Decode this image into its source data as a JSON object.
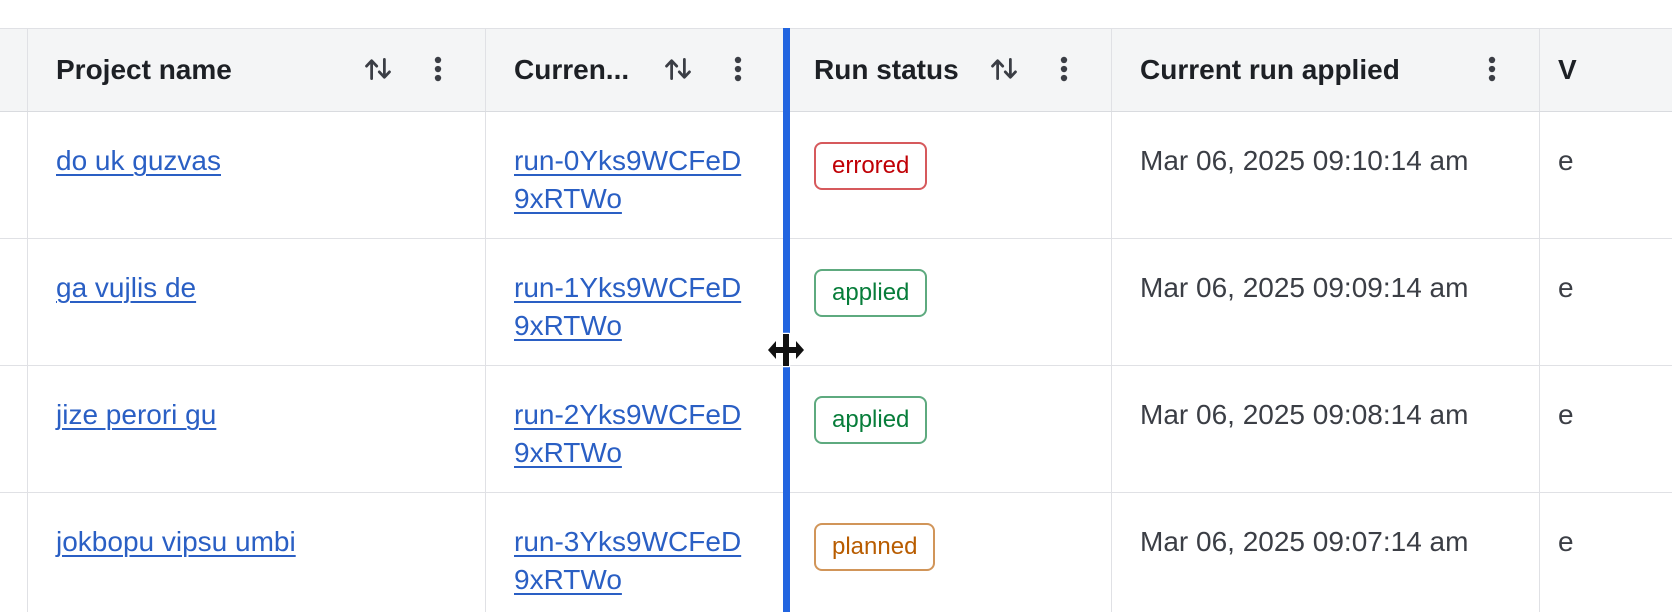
{
  "table": {
    "columns": [
      {
        "key": "project-name",
        "label": "Project name",
        "sortable": true,
        "menu": true
      },
      {
        "key": "current-run",
        "label": "Curren...",
        "sortable": true,
        "menu": true
      },
      {
        "key": "run-status",
        "label": "Run status",
        "sortable": true,
        "menu": true
      },
      {
        "key": "current-run-applied",
        "label": "Current run applied",
        "sortable": false,
        "menu": true
      },
      {
        "key": "partial-right",
        "label": "V",
        "sortable": false,
        "menu": false
      }
    ],
    "rows": [
      {
        "project_name": "do uk guzvas",
        "current_run": "run-0Yks9WCFeD9xRTWo",
        "run_status": "errored",
        "run_status_variant": "critical",
        "current_run_applied": "Mar 06, 2025 09:10:14 am",
        "partial_right": "e"
      },
      {
        "project_name": "ga vujlis de",
        "current_run": "run-1Yks9WCFeD9xRTWo",
        "run_status": "applied",
        "run_status_variant": "success",
        "current_run_applied": "Mar 06, 2025 09:09:14 am",
        "partial_right": "e"
      },
      {
        "project_name": "jize perori gu",
        "current_run": "run-2Yks9WCFeD9xRTWo",
        "run_status": "applied",
        "run_status_variant": "success",
        "current_run_applied": "Mar 06, 2025 09:08:14 am",
        "partial_right": "e"
      },
      {
        "project_name": "jokbopu vipsu umbi",
        "current_run": "run-3Yks9WCFeD9xRTWo",
        "run_status": "planned",
        "run_status_variant": "warning",
        "current_run_applied": "Mar 06, 2025 09:07:14 am",
        "partial_right": "e"
      }
    ]
  },
  "icons": {
    "sort": "swap-vertical-icon",
    "column_menu": "kebab-menu-icon",
    "resize_cursor": "horizontal-resize-cursor-icon"
  },
  "colors": {
    "link": "#2a5fc4",
    "resize_line": "#2265e0",
    "header_bg": "#f4f5f6",
    "border": "#e0e1e5",
    "text": "#3b3e45",
    "header_text": "#1d2025",
    "icon": "#3b3e45",
    "badge_critical": "#c00005",
    "badge_success": "#077d3a",
    "badge_warning": "#b85c00"
  }
}
